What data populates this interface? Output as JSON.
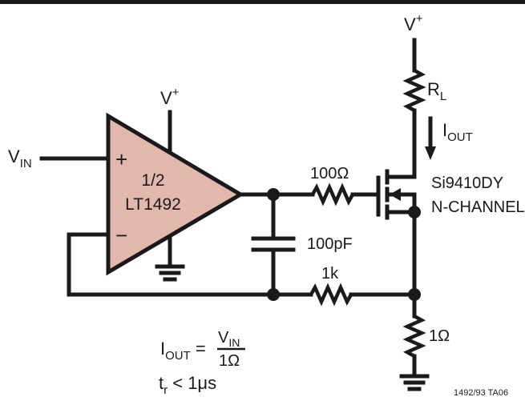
{
  "colors": {
    "opamp_fill": "#e2b8ac",
    "ink": "#1a1a1a"
  },
  "opamp": {
    "fraction": "1/2",
    "part": "LT1492",
    "plus": "+",
    "minus": "−"
  },
  "supply": {
    "v": "V",
    "sup": "+"
  },
  "vin": {
    "v": "V",
    "sub": "IN"
  },
  "components": {
    "gate_resistor": "100Ω",
    "capacitor": "100pF",
    "feedback_resistor": "1k",
    "sense_resistor": "1Ω",
    "load_resistor": {
      "main": "R",
      "sub": "L"
    }
  },
  "iout_label": {
    "main": "I",
    "sub": "OUT"
  },
  "mosfet": {
    "part": "Si9410DY",
    "type": "N-CHANNEL"
  },
  "formula": {
    "lhs_main": "I",
    "lhs_sub": "OUT",
    "eq": " =",
    "num_main": "V",
    "num_sub": "IN",
    "den": "1Ω",
    "tr_main": "t",
    "tr_sub": "r",
    "tr_rest": " < 1μs"
  },
  "figure_id": "1492/93 TA06"
}
